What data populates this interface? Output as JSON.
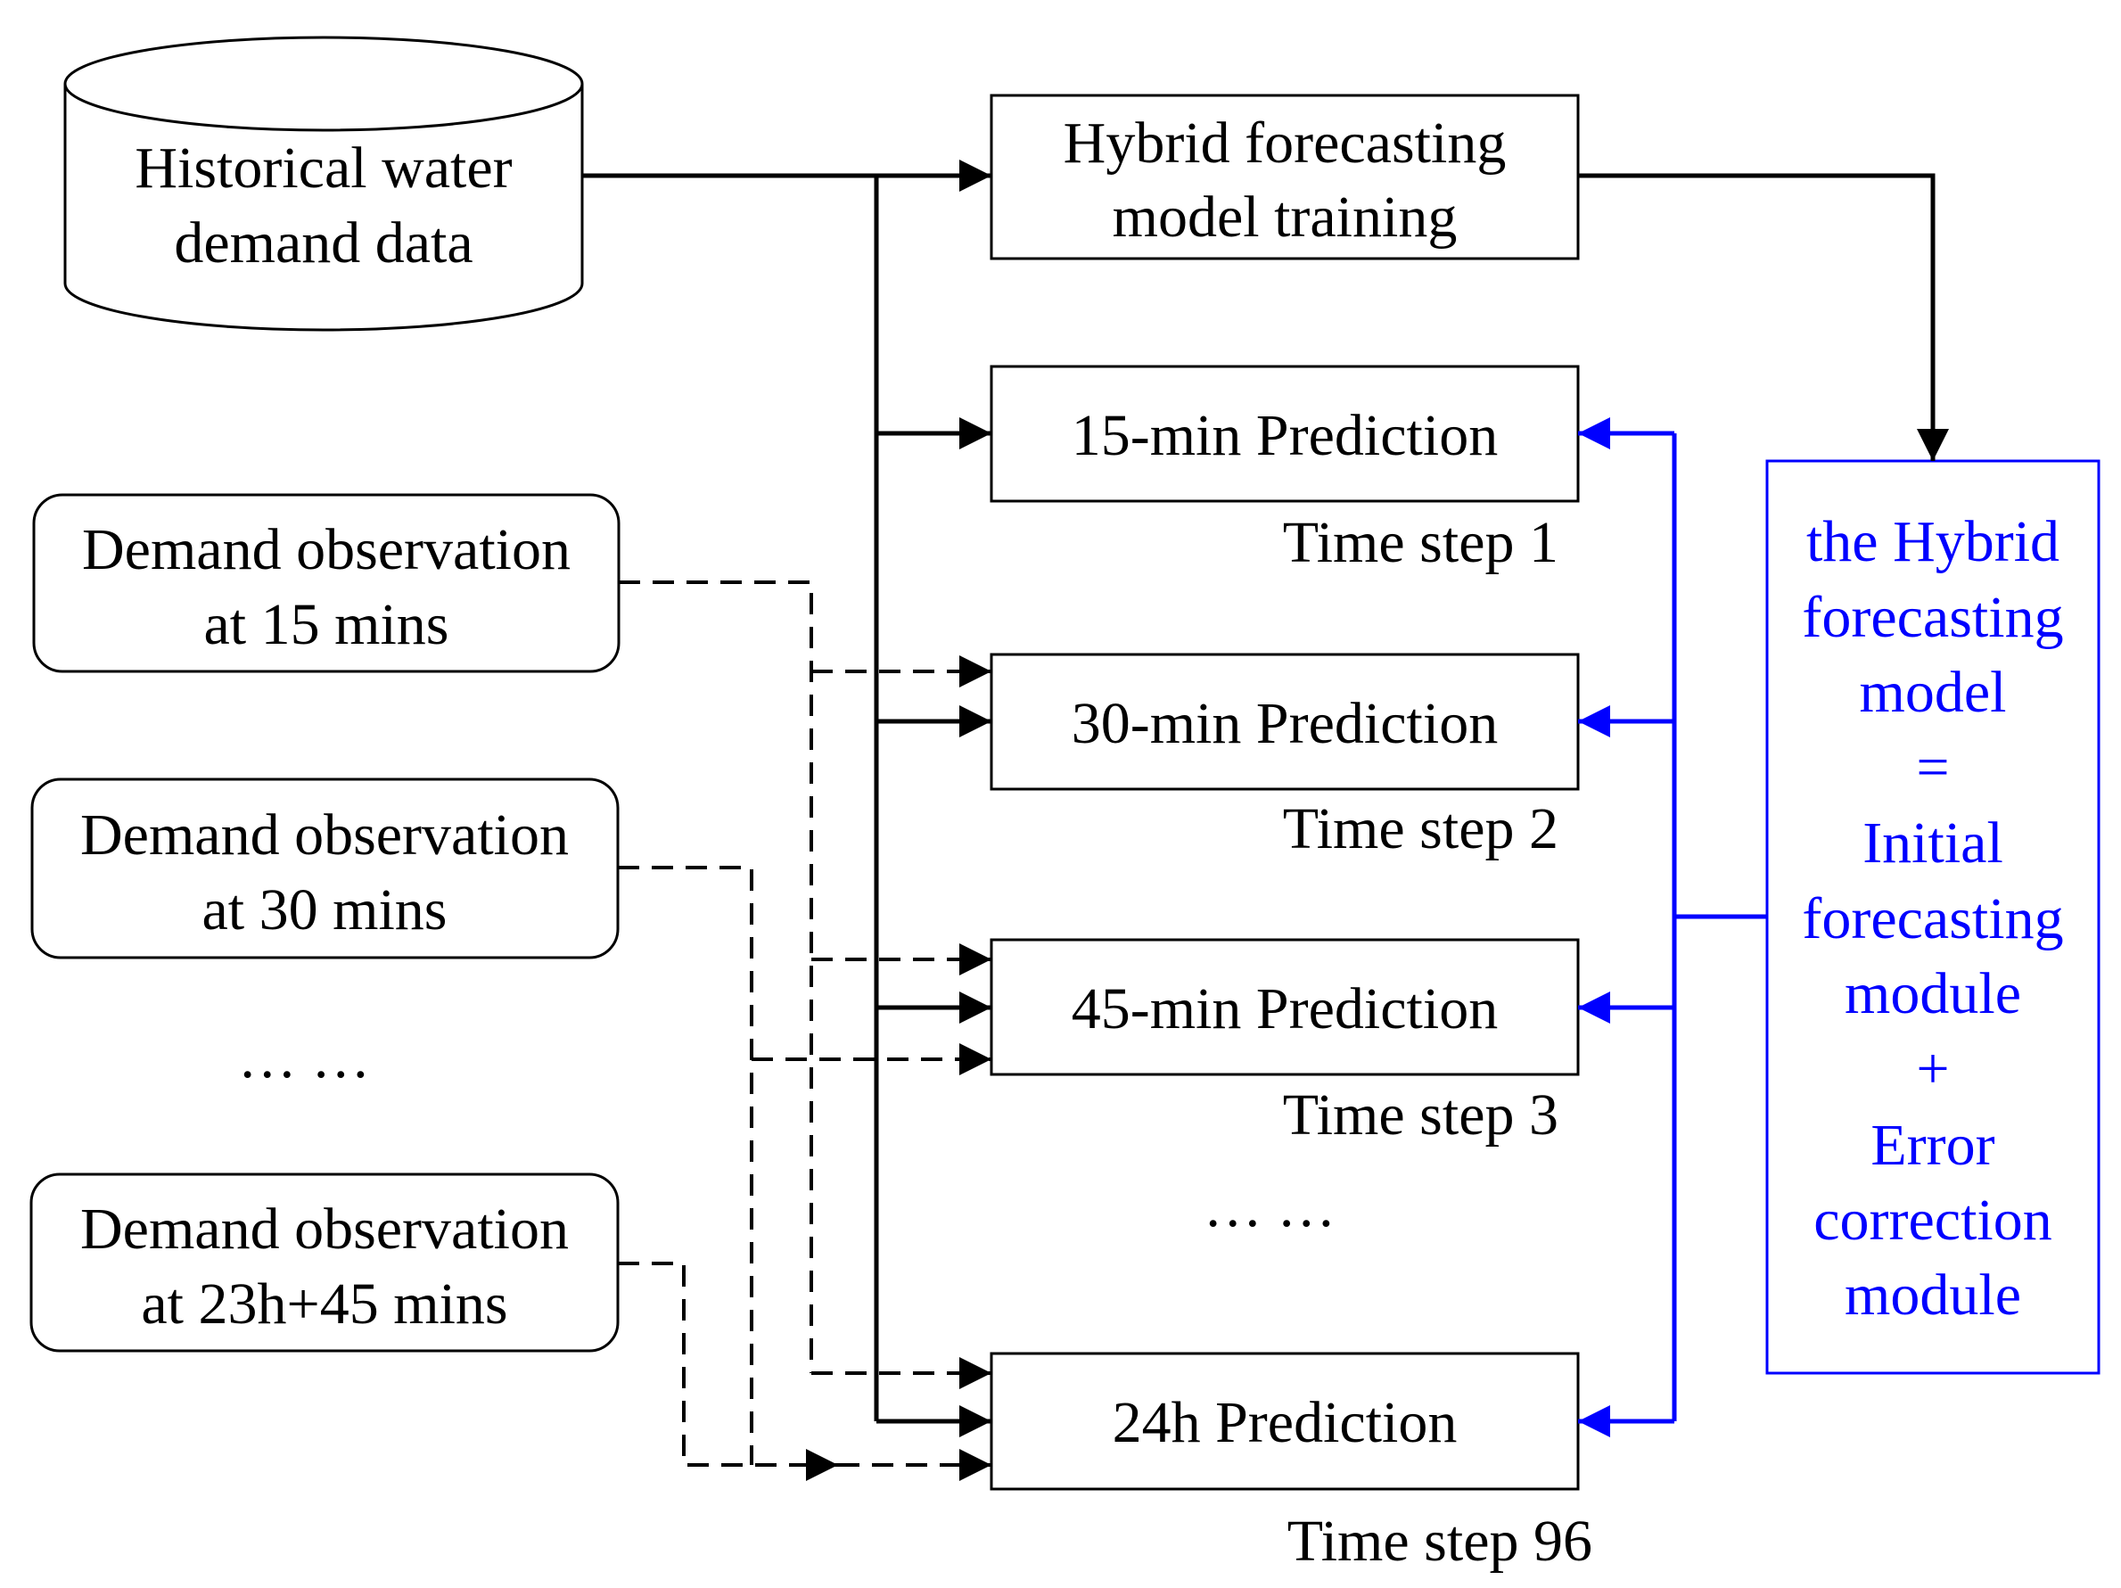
{
  "database": {
    "lines": [
      "Historical water",
      "demand data"
    ]
  },
  "training_box": {
    "lines": [
      "Hybrid forecasting",
      "model training"
    ]
  },
  "observations": [
    {
      "lines": [
        "Demand observation",
        "at 15 mins"
      ]
    },
    {
      "lines": [
        "Demand observation",
        "at 30 mins"
      ]
    },
    {
      "lines": [
        "Demand observation",
        "at 23h+45 mins"
      ]
    }
  ],
  "left_ellipsis": "… …",
  "predictions": [
    {
      "label": "15-min Prediction",
      "time_step": "Time step 1"
    },
    {
      "label": "30-min Prediction",
      "time_step": "Time step 2"
    },
    {
      "label": "45-min Prediction",
      "time_step": "Time step 3"
    },
    {
      "label": "24h Prediction",
      "time_step": "Time step 96"
    }
  ],
  "middle_ellipsis": "… …",
  "hybrid_model_box": {
    "lines": [
      "the Hybrid",
      "forecasting",
      "model",
      "=",
      "Initial",
      "forecasting",
      "module",
      "+",
      "Error",
      "correction",
      "module"
    ]
  },
  "colors": {
    "lines": "#000000",
    "model_link": "#0000ff"
  }
}
